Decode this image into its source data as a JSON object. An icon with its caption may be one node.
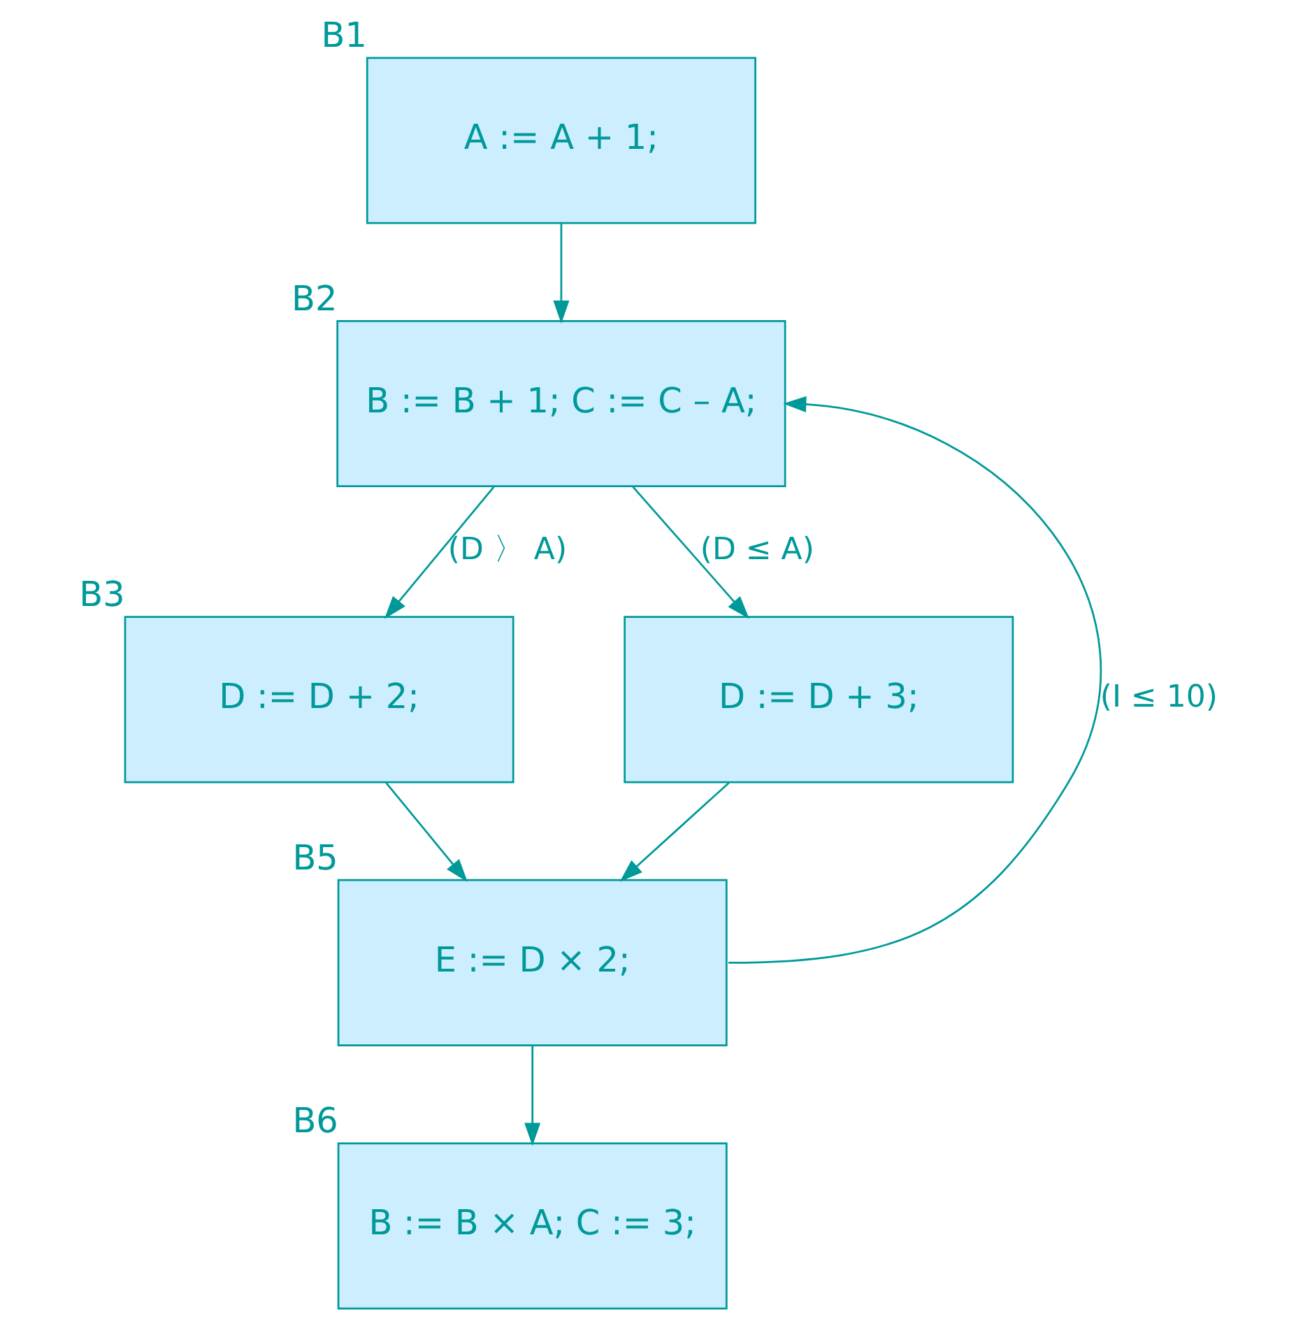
{
  "diagram": {
    "nodes": [
      {
        "text": [
          "A := A + 1;"
        ],
        "beside": [
          "B1"
        ]
      },
      {
        "text": [
          "B := B + 1; C := C – A;"
        ],
        "beside": [
          "B2"
        ]
      },
      {
        "text": [
          "D := D + 2;"
        ],
        "beside": [
          "B3"
        ]
      },
      {
        "text": [
          "D := D + 3;"
        ]
      },
      {
        "text": [
          "E := D × 2;"
        ],
        "beside": [
          "B5"
        ]
      },
      {
        "text": [
          "B := B × A; C := 3;"
        ],
        "beside": [
          "B6"
        ]
      }
    ],
    "edges": [
      {
        "from": 0,
        "to": 1,
        "arrow": "to"
      },
      {
        "from": 1,
        "to": 2,
        "arrow": "to",
        "label": "(D 〉 A)"
      },
      {
        "from": 1,
        "to": 3,
        "arrow": "to",
        "label": "(D ≤ A)"
      },
      {
        "from": 2,
        "to": 4,
        "arrow": "to"
      },
      {
        "from": 3,
        "to": 4,
        "arrow": "to"
      },
      {
        "from": 4,
        "to": 1,
        "arrow": "to",
        "label": "(I ≤ 10)"
      },
      {
        "from": 4,
        "to": 5,
        "arrow": "to"
      }
    ]
  }
}
